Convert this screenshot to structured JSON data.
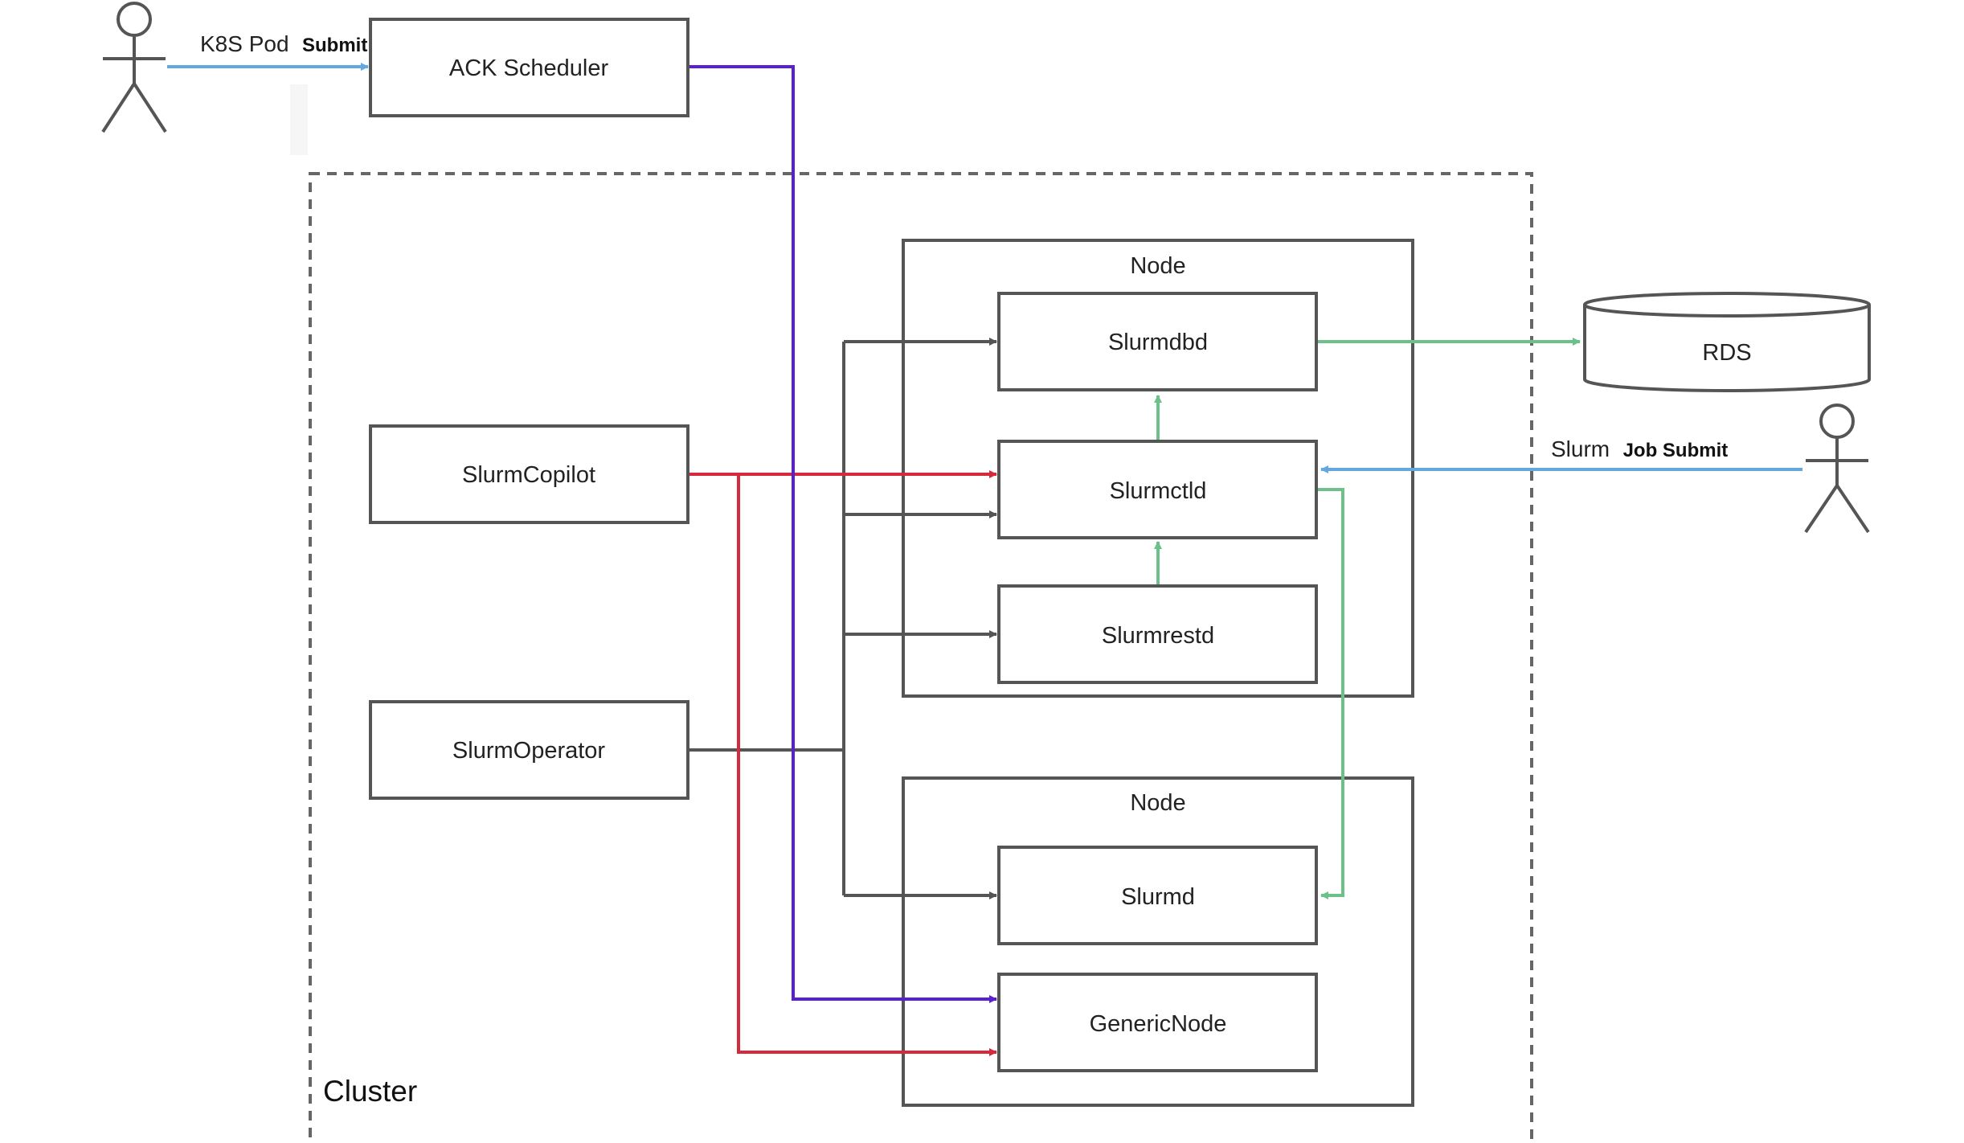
{
  "diagram": {
    "cluster_label": "Cluster",
    "node_container_top_label": "Node",
    "node_container_bottom_label": "Node",
    "boxes": {
      "ack_scheduler": "ACK Scheduler",
      "slurm_copilot": "SlurmCopilot",
      "slurm_operator": "SlurmOperator",
      "slurmdbd": "Slurmdbd",
      "slurmctld": "Slurmctld",
      "slurmrestd": "Slurmrestd",
      "slurmd": "Slurmd",
      "generic_node": "GenericNode",
      "rds": "RDS"
    },
    "edge_labels": {
      "k8s_main": "K8S Pod",
      "k8s_sub": "Submit",
      "slurm_main": "Slurm",
      "slurm_sub": "Job Submit"
    },
    "colors": {
      "operator_lines": "#555555",
      "copilot_lines": "#d42a3c",
      "scheduler_line": "#5a1fd0",
      "slurm_internal": "#6cc08a",
      "submit_lines": "#63a8e0"
    }
  }
}
